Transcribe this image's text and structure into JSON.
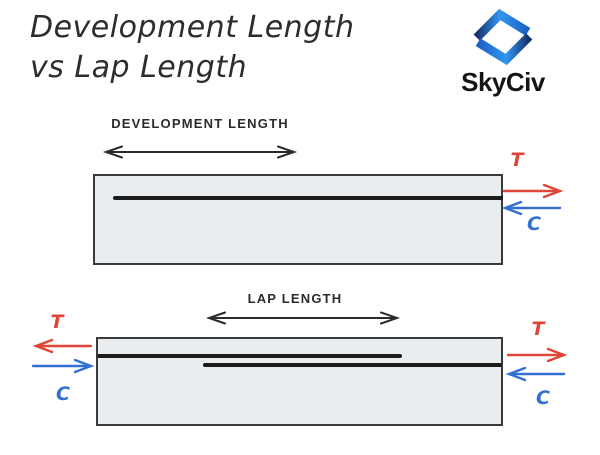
{
  "title": {
    "line1": "Development Length",
    "line2": "vs Lap Length"
  },
  "logo": {
    "brand": "SkyCiv"
  },
  "diagrams": [
    {
      "name": "development-length-beam",
      "dimension_label": "DEVELOPMENT LENGTH",
      "forces": {
        "right_tension": "T",
        "right_compression": "C"
      }
    },
    {
      "name": "lap-length-beam",
      "dimension_label": "LAP LENGTH",
      "forces": {
        "left_tension": "T",
        "left_compression": "C",
        "right_tension": "T",
        "right_compression": "C"
      }
    }
  ],
  "colors": {
    "tension_red": "#df4538",
    "compression_blue": "#3270d4",
    "beam_fill": "#e9edf0",
    "beam_border": "#3a3a3a",
    "rebar": "#1b1b1b",
    "ink": "#2b2b2b",
    "logo_dark_blue": "#14306b",
    "logo_bright_blue": "#3396f0",
    "logo_mid_blue": "#1c5fc4"
  }
}
